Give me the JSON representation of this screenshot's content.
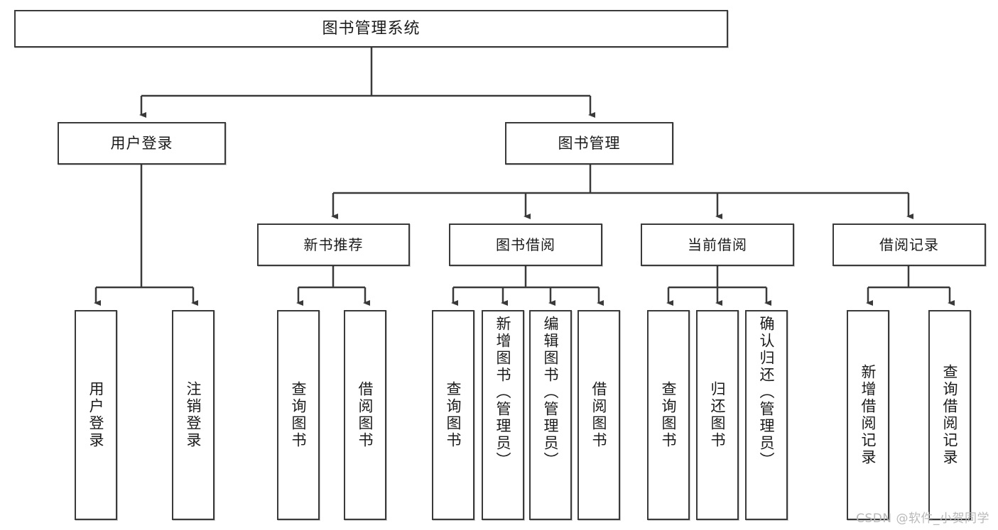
{
  "diagram": {
    "type": "tree-hierarchy",
    "title": "图书管理系统",
    "watermark": "CSDN @软件_小贺同学",
    "colors": {
      "box_border": "#3a3a3a",
      "box_fill": "#ffffff",
      "connector": "#3a3a3a",
      "text": "#1b1b1b",
      "watermark": "#b9b9b9"
    },
    "nodes": {
      "root": {
        "label": "图书管理系统"
      },
      "level2": [
        {
          "label": "用户登录"
        },
        {
          "label": "图书管理"
        }
      ],
      "level3": [
        {
          "label": "新书推荐"
        },
        {
          "label": "图书借阅"
        },
        {
          "label": "当前借阅"
        },
        {
          "label": "借阅记录"
        }
      ],
      "leaves": {
        "user_login": [
          {
            "label": "用户登录"
          },
          {
            "label": "注销登录"
          }
        ],
        "new_book_recommend": [
          {
            "label": "查询图书"
          },
          {
            "label": "借阅图书"
          }
        ],
        "book_borrow": [
          {
            "label": "查询图书"
          },
          {
            "label": "新增图书（管理员）"
          },
          {
            "label": "编辑图书（管理员）"
          },
          {
            "label": "借阅图书"
          }
        ],
        "current_borrow": [
          {
            "label": "查询图书"
          },
          {
            "label": "归还图书"
          },
          {
            "label": "确认归还（管理员）"
          }
        ],
        "borrow_record": [
          {
            "label": "新增借阅记录"
          },
          {
            "label": "查询借阅记录"
          }
        ]
      }
    }
  }
}
